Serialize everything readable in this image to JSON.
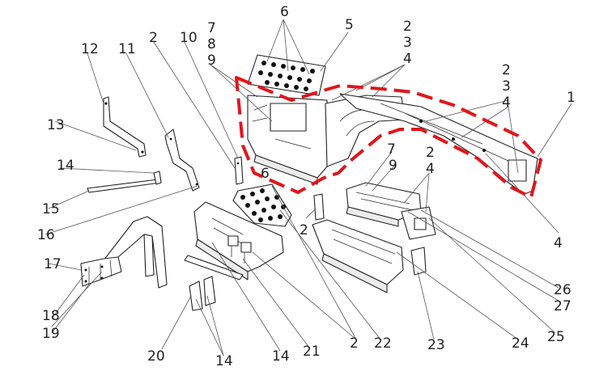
{
  "diagram": {
    "highlight_color": "#e0161b",
    "callouts": [
      "1",
      "2",
      "3",
      "4",
      "5",
      "6",
      "7",
      "8",
      "9",
      "10",
      "11",
      "12",
      "13",
      "14",
      "15",
      "16",
      "17",
      "18",
      "19",
      "20",
      "21",
      "22",
      "23",
      "24",
      "25",
      "26",
      "27"
    ]
  }
}
